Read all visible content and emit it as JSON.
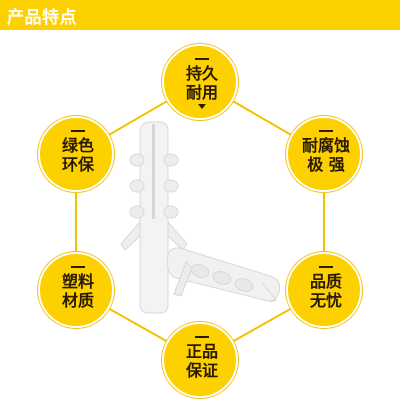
{
  "header": {
    "title": "产品特点"
  },
  "colors": {
    "accent": "#fdd000",
    "line": "#f2c200",
    "product": "#eeeeee"
  },
  "badges": [
    {
      "id": "top",
      "line1": "持久",
      "line2": "耐用",
      "icon": "arrow-down-icon"
    },
    {
      "id": "upper-left",
      "line1": "绿色",
      "line2": "环保"
    },
    {
      "id": "upper-right",
      "line1": "耐腐蚀",
      "line2": "极 强"
    },
    {
      "id": "lower-left",
      "line1": "塑料",
      "line2": "材质"
    },
    {
      "id": "lower-right",
      "line1": "品质",
      "line2": "无忧"
    },
    {
      "id": "bottom",
      "line1": "正品",
      "line2": "保证"
    }
  ]
}
